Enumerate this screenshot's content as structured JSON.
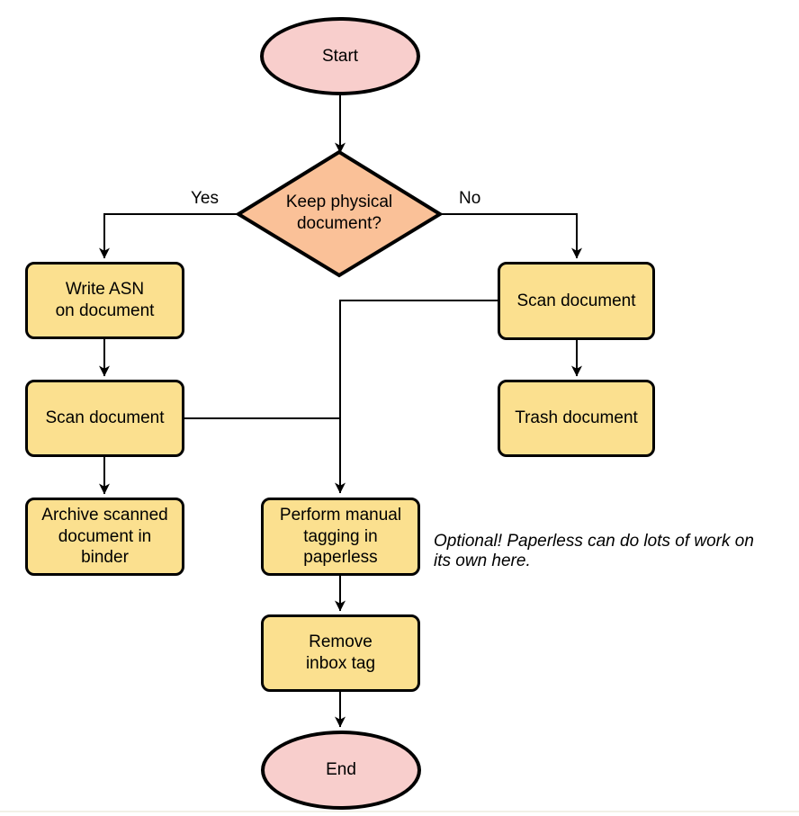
{
  "flowchart": {
    "start": "Start",
    "decision": "Keep physical\ndocument?",
    "yes_label": "Yes",
    "no_label": "No",
    "write_asn": "Write ASN\non document",
    "scan_left": "Scan document",
    "archive": "Archive scanned\ndocument in\nbinder",
    "scan_right": "Scan document",
    "trash": "Trash document",
    "tagging": "Perform manual\ntagging in\npaperless",
    "remove_inbox": "Remove\ninbox tag",
    "end": "End",
    "note": "Optional! Paperless can do lots of work on\nits own here.",
    "colors": {
      "terminator_fill": "#F8CECC",
      "decision_fill": "#FAC198",
      "process_fill": "#FBE08F",
      "stroke": "#000000"
    }
  }
}
